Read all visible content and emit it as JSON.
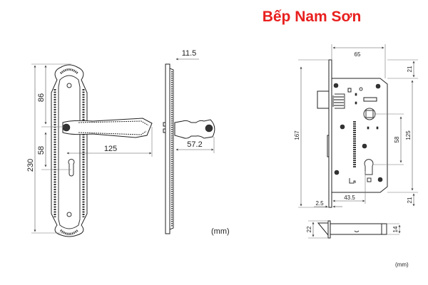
{
  "title": "Bếp Nam Sơn",
  "title_color": "#e8201f",
  "handle_drawing": {
    "dims": {
      "total_height": "230",
      "upper": "86",
      "lower": "58",
      "handle_length": "125",
      "plate_thickness": "11.5",
      "handle_projection": "57.2"
    },
    "unit": "(mm)"
  },
  "lock_body_drawing": {
    "dims": {
      "width": "65",
      "height": "167",
      "top_margin": "21",
      "case_height": "125",
      "center_distance": "58",
      "bottom_margin": "21",
      "backset": "43.5",
      "faceplate": "2.5"
    },
    "bottom_dims": {
      "faceplate_width": "22",
      "body_thickness": "14"
    },
    "unit": "(mm)"
  }
}
